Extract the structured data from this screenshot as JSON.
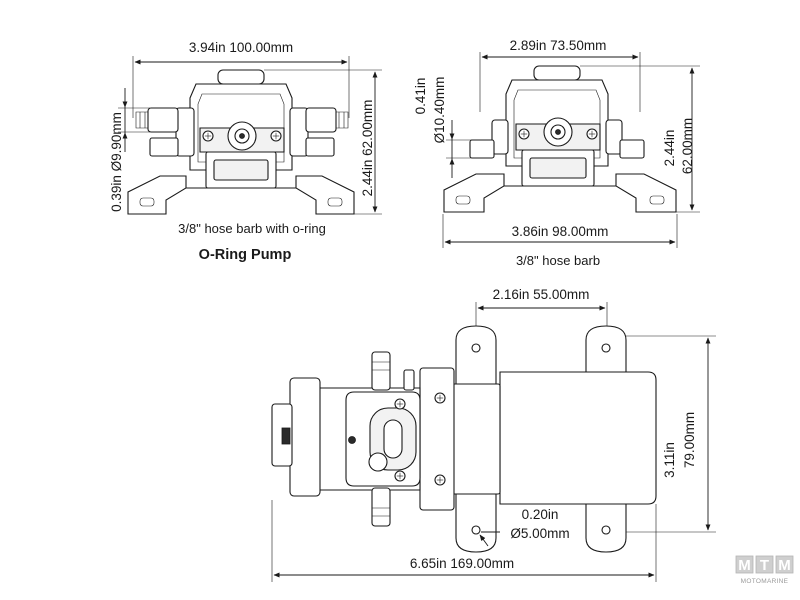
{
  "front_view_left": {
    "width_label": "3.94in  100.00mm",
    "barb_diameter_label": "0.39in  Ø9.90mm",
    "height_label": "2.44in  62.00mm",
    "caption": "3/8\" hose barb with o-ring",
    "title": "O-Ring Pump"
  },
  "front_view_right": {
    "top_width_label": "2.89in  73.50mm",
    "barb_diameter_label": "0.41in  Ø10.40mm",
    "height_label": "2.44in  62.00mm",
    "bottom_width_label": "3.86in  98.00mm",
    "caption": "3/8\" hose barb"
  },
  "top_view": {
    "spacing_label": "2.16in  55.00mm",
    "depth_label": "3.11in  79.00mm",
    "hole_label_in": "0.20in",
    "hole_label_mm": "Ø5.00mm",
    "length_label": "6.65in  169.00mm"
  },
  "logo": {
    "letters": [
      "M",
      "T",
      "M"
    ],
    "subtitle": "MOTOMARINE"
  }
}
